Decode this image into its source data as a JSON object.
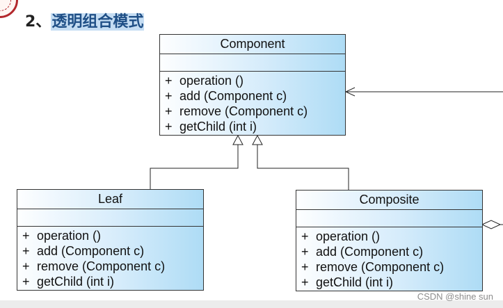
{
  "heading": {
    "number": "2、",
    "title": "透明组合模式"
  },
  "classes": {
    "component": {
      "name": "Component",
      "operations": [
        {
          "vis": "+",
          "sig": "operation ()"
        },
        {
          "vis": "+",
          "sig": "add (Component c)"
        },
        {
          "vis": "+",
          "sig": "remove (Component c)"
        },
        {
          "vis": "+",
          "sig": "getChild (int i)"
        }
      ]
    },
    "leaf": {
      "name": "Leaf",
      "operations": [
        {
          "vis": "+",
          "sig": "operation ()"
        },
        {
          "vis": "+",
          "sig": "add (Component c)"
        },
        {
          "vis": "+",
          "sig": "remove (Component c)"
        },
        {
          "vis": "+",
          "sig": "getChild (int i)"
        }
      ]
    },
    "composite": {
      "name": "Composite",
      "operations": [
        {
          "vis": "+",
          "sig": "operation ()"
        },
        {
          "vis": "+",
          "sig": "add (Component c)"
        },
        {
          "vis": "+",
          "sig": "remove (Component c)"
        },
        {
          "vis": "+",
          "sig": "getChild (int i)"
        }
      ]
    }
  },
  "watermark": "CSDN @shine sun",
  "colors": {
    "class_fill_light": "#fdfeff",
    "class_fill_dark": "#aedcf5",
    "heading_highlight": "#c5ddf3",
    "heading_text": "#1f4f86",
    "logo": "#b3282d"
  }
}
